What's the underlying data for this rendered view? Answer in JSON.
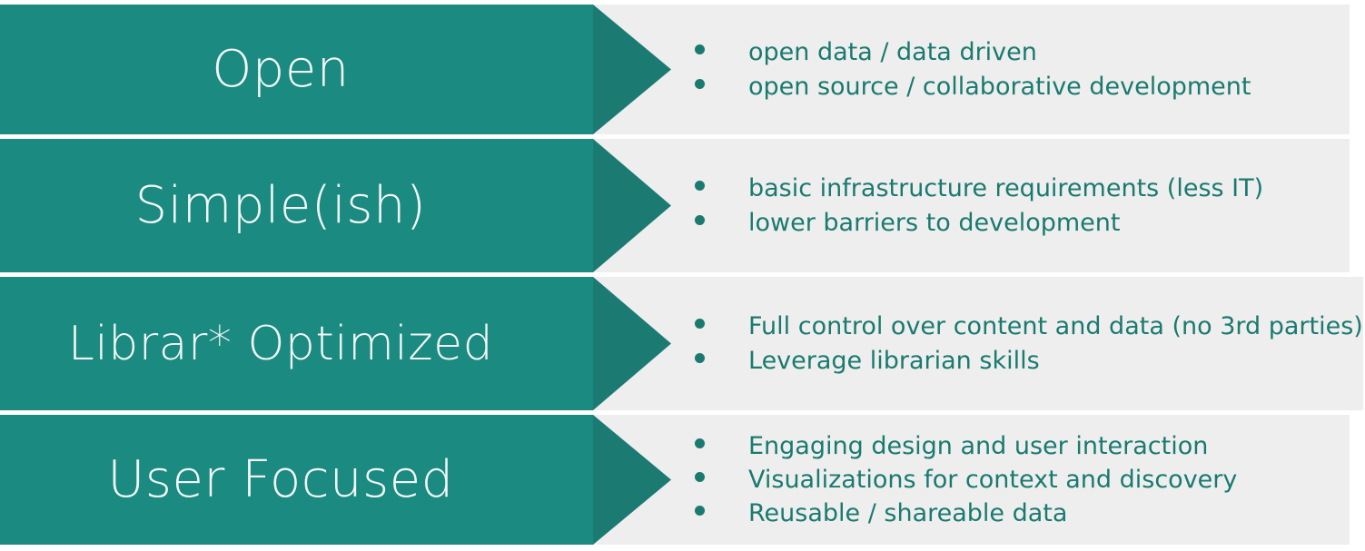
{
  "theme": {
    "arrow_body_color": "#1b8a80",
    "arrow_head_color": "#1b7a72",
    "panel_background": "#eeeeee",
    "page_background": "#ffffff",
    "arrow_label_color": "#f2f7f6",
    "bullet_text_color": "#1a7a70"
  },
  "rows": [
    {
      "label": "Open",
      "bullets": [
        "open data / data driven",
        "open source / collaborative development"
      ]
    },
    {
      "label": "Simple(ish)",
      "bullets": [
        "basic infrastructure requirements (less IT)",
        "lower barriers to development"
      ]
    },
    {
      "label": "Librar* Optimized",
      "bullets": [
        "Full control over content and data (no 3rd parties)",
        "Leverage librarian skills"
      ]
    },
    {
      "label": "User Focused",
      "bullets": [
        "Engaging design and user interaction",
        "Visualizations for context and discovery",
        "Reusable / shareable data"
      ]
    }
  ]
}
